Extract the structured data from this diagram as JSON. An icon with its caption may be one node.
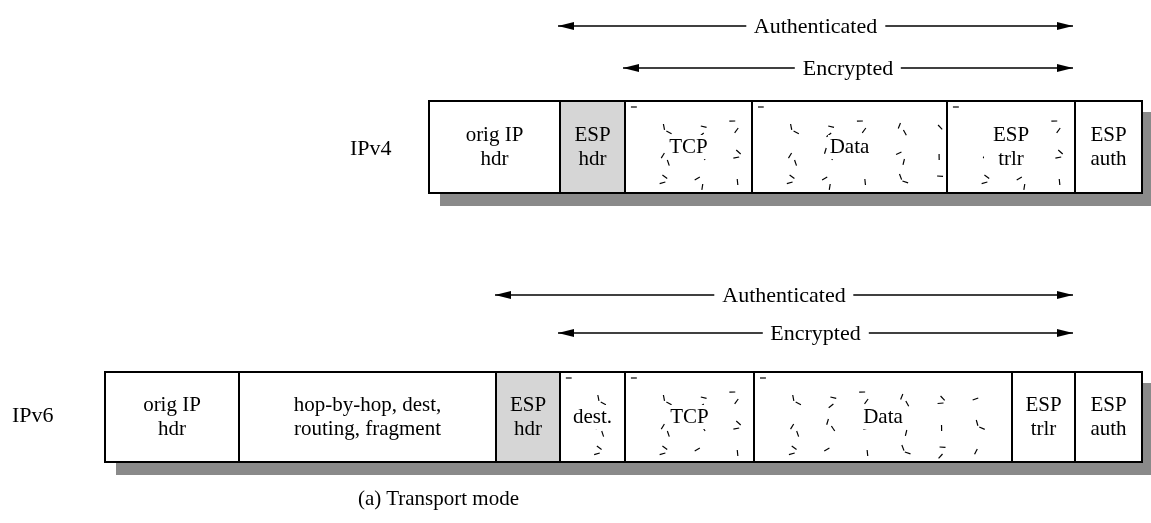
{
  "diagram": {
    "caption": "(a) Transport mode",
    "nodes": [
      {
        "text": [
          "orig IP hdr"
        ]
      },
      {
        "text": [
          "ESP hdr"
        ]
      },
      {
        "text": [
          "TCP"
        ]
      },
      {
        "text": [
          "Data"
        ]
      },
      {
        "text": [
          "ESP trlr"
        ]
      },
      {
        "text": [
          "ESP auth"
        ]
      },
      {
        "text": [
          "orig IP hdr"
        ]
      },
      {
        "text": [
          "hop-by-hop, dest, routing, fragment"
        ]
      },
      {
        "text": [
          "ESP hdr"
        ]
      },
      {
        "text": [
          "dest."
        ]
      },
      {
        "text": [
          "TCP"
        ]
      },
      {
        "text": [
          "Data"
        ]
      },
      {
        "text": [
          "ESP trlr"
        ]
      },
      {
        "text": [
          "ESP auth"
        ]
      }
    ],
    "labels": [
      "Authenticated",
      "Encrypted",
      "IPv4",
      "Authenticated",
      "Encrypted",
      "IPv6"
    ]
  }
}
